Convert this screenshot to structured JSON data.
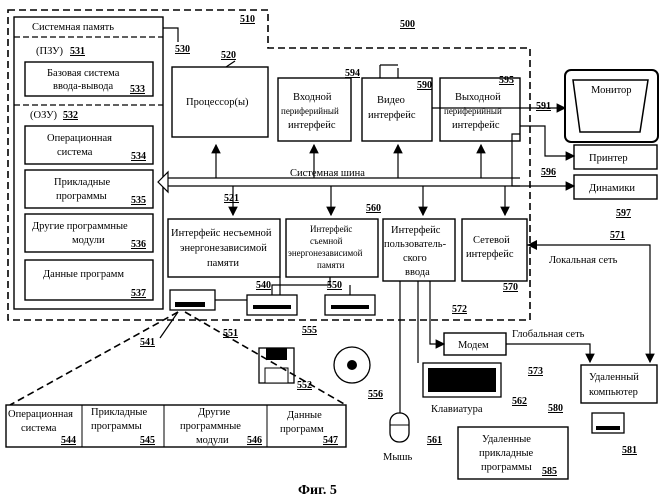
{
  "system_memory": {
    "title": "Системная память",
    "ref": "530"
  },
  "rom": {
    "label": "(ПЗУ)",
    "ref": "531"
  },
  "bios": {
    "line1": "Базовая система",
    "line2": "ввода-вывода",
    "ref": "533"
  },
  "ram": {
    "label": "(ОЗУ)",
    "ref": "532"
  },
  "os": {
    "line1": "Операционная",
    "line2": "система",
    "ref": "534"
  },
  "apps": {
    "line1": "Прикладные",
    "line2": "программы",
    "ref": "535"
  },
  "other_modules": {
    "line1": "Другие программные",
    "line2": "модули",
    "ref": "536"
  },
  "prog_data": {
    "line1": "Данные программ",
    "ref": "537"
  },
  "computer": {
    "ref": "510"
  },
  "environment": {
    "ref": "500"
  },
  "processor": {
    "line1": "Процессор(ы)",
    "ref": "520"
  },
  "input_periph": {
    "line1": "Входной",
    "line2": "периферийный",
    "line3": "интерфейс",
    "ref": "594"
  },
  "video": {
    "line1": "Видео",
    "line2": "интерфейс",
    "ref": "590"
  },
  "output_periph": {
    "line1": "Выходной",
    "line2": "периферийный",
    "line3": "интерфейс",
    "ref": "595"
  },
  "monitor": {
    "line1": "Монитор",
    "ref": "591"
  },
  "printer": {
    "line1": "Принтер",
    "ref": "596"
  },
  "speakers": {
    "line1": "Динамики",
    "ref": "597"
  },
  "system_bus": {
    "label": "Системная шина",
    "ref": "521"
  },
  "nonremovable": {
    "line1": "Интерфейс несъемной",
    "line2": "энергонезависимой",
    "line3": "памяти",
    "ref": "540"
  },
  "removable": {
    "line1": "Интерфейс",
    "line2": "съемной",
    "line3": "энергонезависимой",
    "line4": "памяти",
    "ref": "550"
  },
  "user_input": {
    "line1": "Интерфейс",
    "line2": "пользователь-",
    "line3": "ского",
    "line4": "ввода",
    "ref": "560"
  },
  "network": {
    "line1": "Сетевой",
    "line2": "интерфейс",
    "ref": "570"
  },
  "lan": {
    "label": "Локальная сеть",
    "ref": "571"
  },
  "modem": {
    "line1": "Модем",
    "ref": "572"
  },
  "wan": {
    "label": "Глобальная сеть",
    "ref": "573"
  },
  "remote_computer": {
    "line1": "Удаленный",
    "line2": "компьютер",
    "ref": "580"
  },
  "remote_apps": {
    "line1": "Удаленные",
    "line2": "прикладные",
    "line3": "программы",
    "ref": "585"
  },
  "remote_drive": {
    "ref": "581"
  },
  "keyboard": {
    "label": "Клавиатура",
    "ref": "562"
  },
  "mouse": {
    "label": "Мышь",
    "ref": "561"
  },
  "hdd": {
    "ref": "541"
  },
  "floppy_drive": {
    "ref": "551"
  },
  "floppy_disk": {
    "ref": "552"
  },
  "optical_drive": {
    "ref": "555"
  },
  "optical_disk": {
    "ref": "556"
  },
  "hdd_contents": {
    "os": {
      "line1": "Операционная",
      "line2": "система",
      "ref": "544"
    },
    "apps": {
      "line1": "Прикладные",
      "line2": "программы",
      "ref": "545"
    },
    "other": {
      "line1": "Другие",
      "line2": "программные",
      "line3": "модули",
      "ref": "546"
    },
    "data": {
      "line1": "Данные",
      "line2": "программ",
      "ref": "547"
    }
  },
  "caption": "Фиг. 5"
}
